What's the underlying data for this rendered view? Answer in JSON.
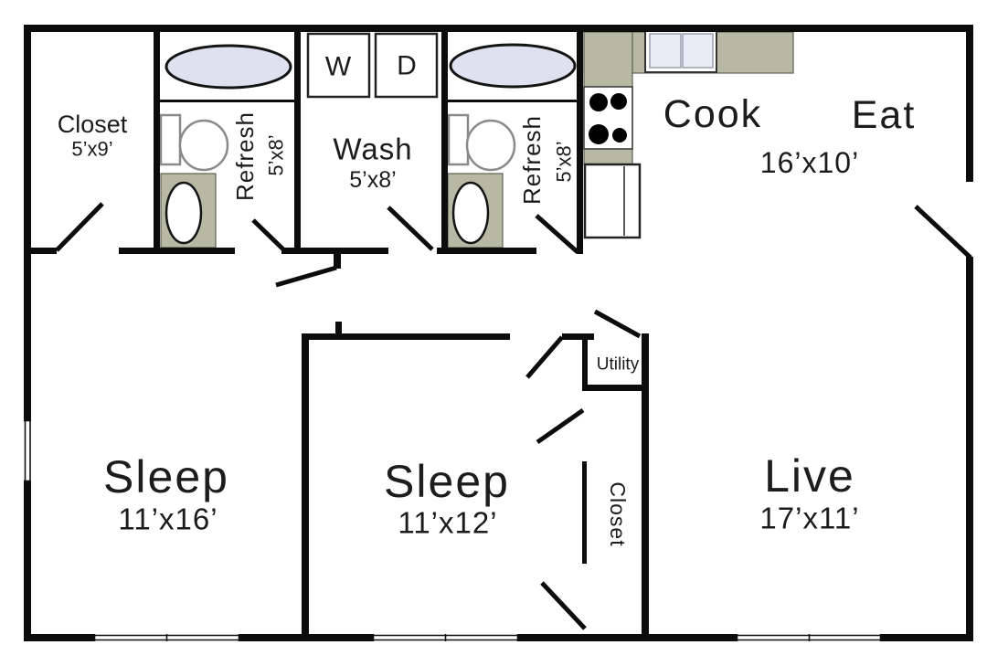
{
  "rooms": {
    "closet_main": {
      "label": "Closet",
      "dims": "5’x9’"
    },
    "refresh_1": {
      "label": "Refresh",
      "dims": "5’x8’"
    },
    "wash": {
      "label": "Wash",
      "dims": "5’x8’"
    },
    "refresh_2": {
      "label": "Refresh",
      "dims": "5’x8’"
    },
    "cook_eat": {
      "label_cook": "Cook",
      "label_eat": "Eat",
      "dims": "16’x10’"
    },
    "sleep_1": {
      "label": "Sleep",
      "dims": "11’x16’"
    },
    "sleep_2": {
      "label": "Sleep",
      "dims": "11’x12’"
    },
    "live": {
      "label": "Live",
      "dims": "17’x11’"
    },
    "utility": {
      "label": "Utility"
    },
    "closet_2": {
      "label": "Closet"
    }
  },
  "appliances": {
    "washer_label": "W",
    "dryer_label": "D"
  },
  "colors": {
    "wall": "#0c0c0c",
    "counter": "#b7b9a4",
    "tub_fill": "#dfe1ee",
    "sink_basin": "#e9ebf5",
    "fixture_outline": "#8a8a8a",
    "text": "#1c1c1c"
  }
}
